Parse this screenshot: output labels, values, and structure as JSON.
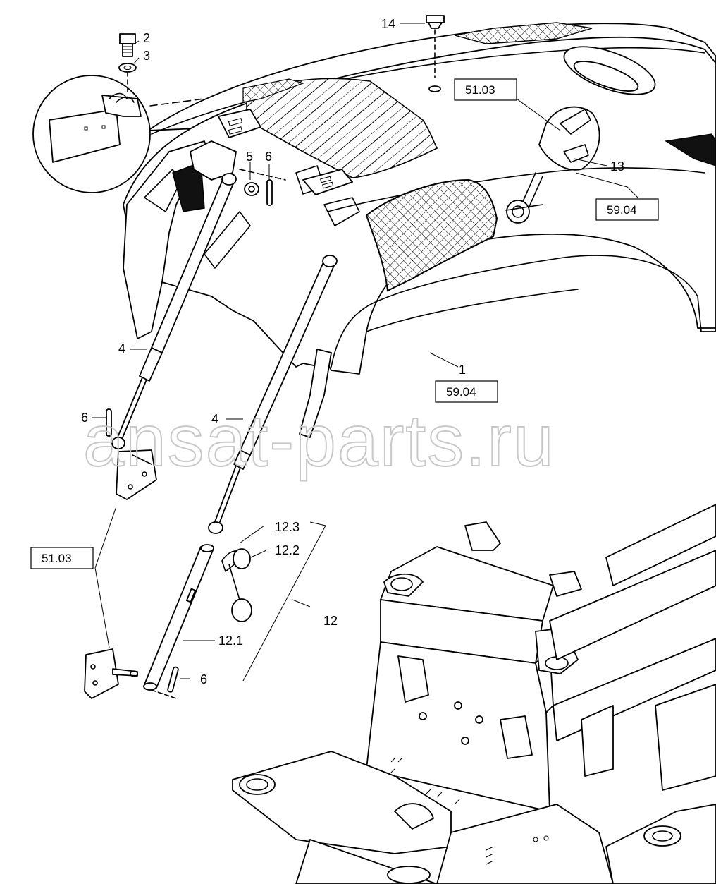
{
  "watermark": "ansat-parts.ru",
  "callouts": [
    {
      "id": "c-2",
      "text": "2"
    },
    {
      "id": "c-3",
      "text": "3"
    },
    {
      "id": "c-14",
      "text": "14"
    },
    {
      "id": "c-5",
      "text": "5"
    },
    {
      "id": "c-6a",
      "text": "6"
    },
    {
      "id": "c-13",
      "text": "13"
    },
    {
      "id": "c-4a",
      "text": "4"
    },
    {
      "id": "c-1",
      "text": "1"
    },
    {
      "id": "c-6b",
      "text": "6"
    },
    {
      "id": "c-4b",
      "text": "4"
    },
    {
      "id": "c-12-3",
      "text": "12.3"
    },
    {
      "id": "c-12-2",
      "text": "12.2"
    },
    {
      "id": "c-12",
      "text": "12"
    },
    {
      "id": "c-12-1",
      "text": "12.1"
    },
    {
      "id": "c-6c",
      "text": "6"
    }
  ],
  "references": [
    {
      "id": "r1",
      "text": "51.03"
    },
    {
      "id": "r2",
      "text": "59.04"
    },
    {
      "id": "r3",
      "text": "59.04"
    },
    {
      "id": "r4",
      "text": "51.03"
    }
  ]
}
